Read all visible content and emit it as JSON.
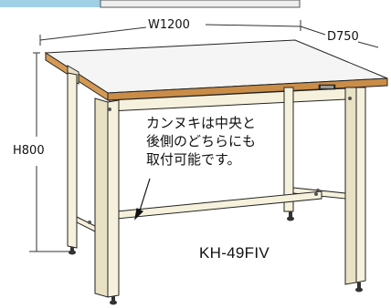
{
  "dimensions": {
    "width": "W1200",
    "depth": "D750",
    "height": "H800"
  },
  "callout": {
    "lines": [
      "カンヌキは中央と",
      "後側のどちらにも",
      "取付可能です。"
    ]
  },
  "model": "KH-49FIV",
  "colors": {
    "frame": "#f6f1dc",
    "frame_shade": "#e8e1c4",
    "top_surface": "#f4f4f4",
    "top_edge": "#c98d48",
    "line": "#222222",
    "foot": "#333333"
  }
}
